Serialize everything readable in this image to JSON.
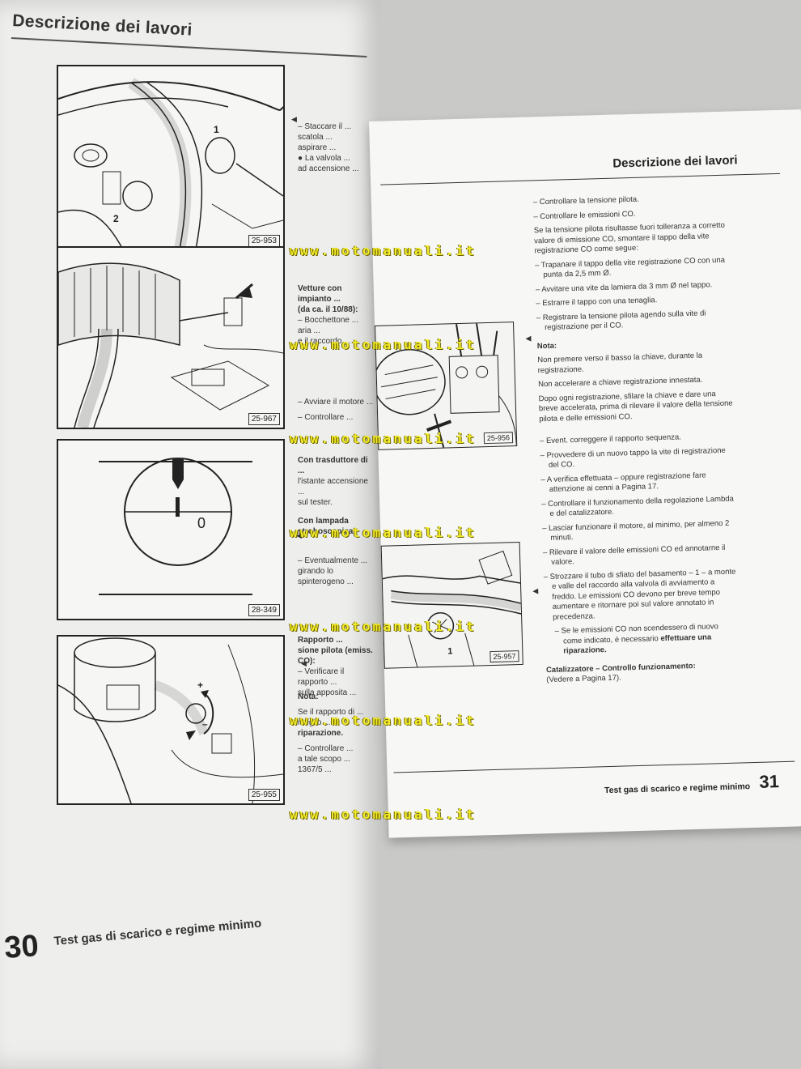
{
  "left_page": {
    "header": "Descrizione dei lavori",
    "figures": [
      {
        "code": "25-953",
        "labels": [
          "1",
          "2"
        ]
      },
      {
        "code": "25-967"
      },
      {
        "code": "28-349",
        "gauge_label": "0"
      },
      {
        "code": "25-955",
        "labels": [
          "+",
          "–"
        ]
      }
    ],
    "text_fragments": [
      "– Staccare il ...",
      "scatola ...",
      "aspirare ...",
      "● La valvola ...",
      "ad accensione ...",
      "Vetture con impianto ...",
      "(da ca. il 10/88):",
      "– Bocchettone ...",
      "aria ...",
      "e il raccordo ...",
      "– Avviare il motore ...",
      "– Controllare ...",
      "Con trasduttore di ...",
      "l'istante accensione ...",
      "sul tester.",
      "Con lampada stroboscopica:",
      "– Eventualmente ...",
      "girando lo spinterogeno ...",
      "Rapporto ...",
      "sione pilota (emiss. CO):",
      "– Verificare il rapporto ...",
      "sulla apposita ...",
      "Nota:",
      "Se il rapporto di ...",
      "meglio ...",
      "riparazione.",
      "– Controllare ...",
      "a tale scopo ...",
      "1367/5 ..."
    ],
    "footer_number": "30",
    "footer_title": "Test gas di scarico e regime minimo"
  },
  "right_page": {
    "header": "Descrizione dei lavori",
    "figures": [
      {
        "code": "25-956"
      },
      {
        "code": "25-957",
        "labels": [
          "1"
        ]
      }
    ],
    "body": [
      "– Controllare la tensione pilota.",
      "– Controllare le emissioni CO.",
      "Se la tensione pilota risultasse fuori tolleranza a corretto valore di emissione CO, smontare il tappo della vite registrazione CO come segue:",
      "– Trapanare il tappo della vite registrazione CO con una punta da 2,5 mm Ø.",
      "– Avvitare una vite da lamiera da 3 mm Ø nel tappo.",
      "– Estrarre il tappo con una tenaglia.",
      "– Registrare la tensione pilota agendo sulla vite di registrazione per il CO."
    ],
    "note_title": "Nota:",
    "notes": [
      "Non premere verso il basso la chiave, durante la registrazione.",
      "Non accelerare a chiave registrazione innestata.",
      "Dopo ogni registrazione, sfilare la chiave e dare una breve accelerata, prima di rilevare il valore della tensione pilota e delle emissioni CO."
    ],
    "steps": [
      "– Event. correggere il rapporto sequenza.",
      "– Provvedere di un nuovo tappo la vite di registrazione del CO.",
      "– A verifica effettuata – oppure registrazione fare attenzione ai cenni a Pagina 17.",
      "– Controllare il funzionamento della regolazione Lambda e del catalizzatore.",
      "– Lasciar funzionare il motore, al minimo, per almeno 2 minuti.",
      "– Rilevare il valore delle emissioni CO ed annotarne il valore.",
      "– Strozzare il tubo di sfiato del basamento – 1 – a monte e valle del raccordo alla valvola di avviamento a freddo. Le emissioni CO devono per breve tempo aumentare e ritornare poi sul valore annotato in precedenza."
    ],
    "sub_step_pre": "– Se le emissioni CO non scendessero di nuovo come indicato, è necessario ",
    "sub_step_bold": "effettuare una riparazione.",
    "catalyst_title": "Catalizzatore – Controllo funzionamento:",
    "catalyst_ref": "(Vedere a Pagina 17).",
    "footer_title": "Test gas di scarico e regime minimo",
    "footer_number": "31"
  },
  "watermark": "www.motomanuali.it"
}
